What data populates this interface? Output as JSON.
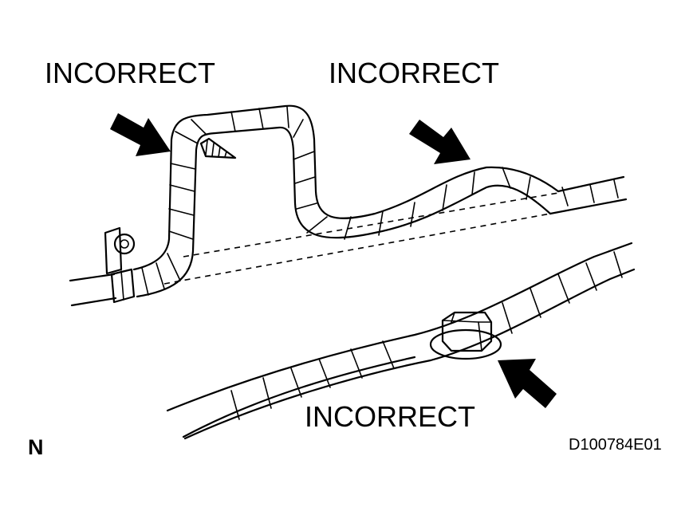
{
  "labels": {
    "top_left": "INCORRECT",
    "top_right": "INCORRECT",
    "bottom": "INCORRECT",
    "orientation": "N",
    "figure_code": "D100784E01"
  },
  "icons": [
    "arrow-icon",
    "screw-icon",
    "bolt-icon",
    "clamp-icon"
  ]
}
